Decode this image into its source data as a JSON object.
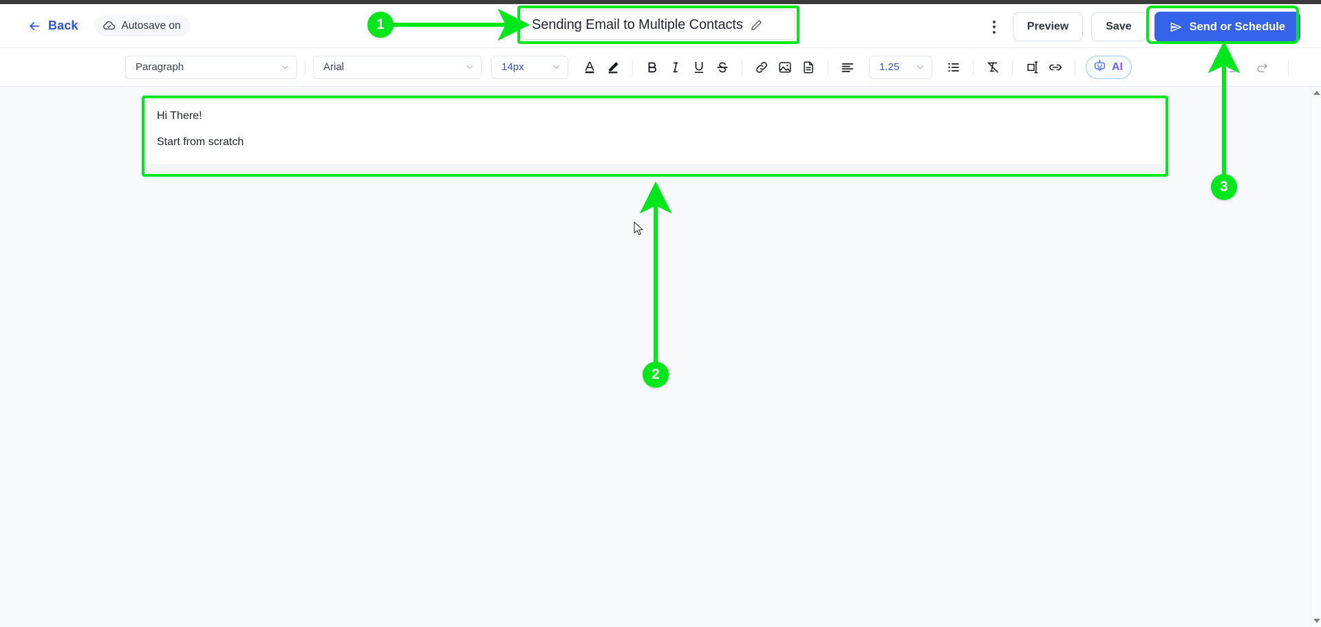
{
  "header": {
    "back_label": "Back",
    "back_icon": "arrow-left-icon",
    "autosave_label": "Autosave on",
    "autosave_icon": "cloud-check-icon",
    "title_value": "Sending Email to Multiple Contacts",
    "title_edit_icon": "pencil-icon",
    "kebab_icon": "more-vertical-icon",
    "preview_label": "Preview",
    "save_label": "Save",
    "send_label": "Send or Schedule",
    "send_icon": "paper-plane-icon",
    "primary_color": "#3563e9"
  },
  "toolbar": {
    "block_style": {
      "value": "Paragraph",
      "icon": "chevron-down-icon"
    },
    "font_family": {
      "value": "Arial",
      "icon": "chevron-down-icon"
    },
    "font_size": {
      "value": "14px",
      "icon": "chevron-down-icon"
    },
    "line_height": {
      "value": "1.25",
      "icon": "chevron-down-icon"
    },
    "buttons": [
      {
        "name": "text-color-icon",
        "title": "Text color"
      },
      {
        "name": "highlight-color-icon",
        "title": "Highlight color"
      },
      {
        "name": "bold-icon",
        "title": "Bold"
      },
      {
        "name": "italic-icon",
        "title": "Italic"
      },
      {
        "name": "underline-icon",
        "title": "Underline"
      },
      {
        "name": "strikethrough-icon",
        "title": "Strikethrough"
      },
      {
        "name": "link-icon",
        "title": "Insert link"
      },
      {
        "name": "image-icon",
        "title": "Insert image"
      },
      {
        "name": "file-icon",
        "title": "Insert file"
      },
      {
        "name": "align-left-icon",
        "title": "Alignment"
      },
      {
        "name": "bullet-list-icon",
        "title": "Bulleted list"
      },
      {
        "name": "clear-formatting-icon",
        "title": "Clear formatting"
      },
      {
        "name": "page-break-icon",
        "title": "Insert page break"
      },
      {
        "name": "merge-tag-icon",
        "title": "Merge tag"
      }
    ],
    "ai": {
      "label": "AI",
      "icon": "robot-icon"
    },
    "undo_icon": "undo-icon",
    "redo_icon": "redo-icon"
  },
  "editor": {
    "lines": [
      "Hi There!",
      "Start from scratch"
    ]
  },
  "scrollbar": {
    "up_icon": "scroll-up-arrow-icon",
    "down_icon": "scroll-down-arrow-icon"
  },
  "annotations": {
    "highlight_color": "#00e81c",
    "steps": [
      {
        "number": "1",
        "target": "email-title-field"
      },
      {
        "number": "2",
        "target": "email-body-content"
      },
      {
        "number": "3",
        "target": "send-or-schedule-button"
      }
    ]
  }
}
